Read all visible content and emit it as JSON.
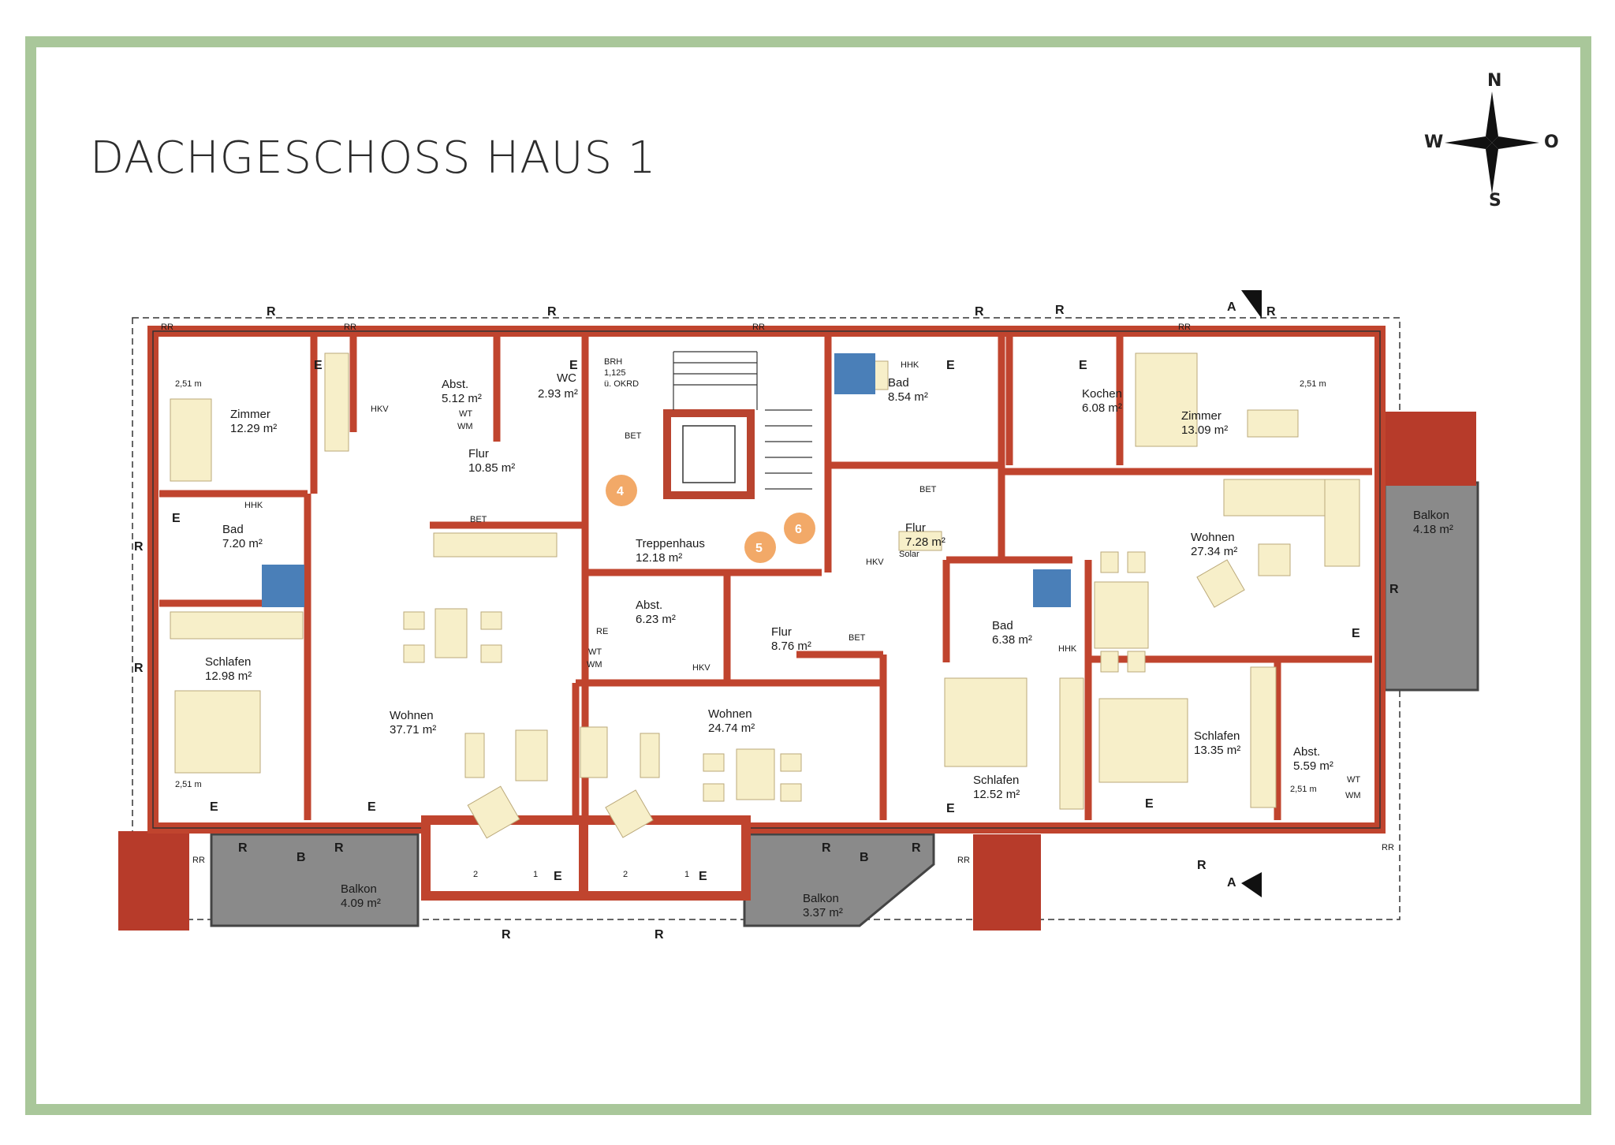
{
  "title": "DACHGESCHOSS HAUS 1",
  "compass": {
    "n": "N",
    "s": "S",
    "w": "W",
    "o": "O"
  },
  "rooms": [
    {
      "name": "Zimmer",
      "area": "12.29 m²"
    },
    {
      "name": "Abst.",
      "area": "5.12 m²"
    },
    {
      "name": "WC",
      "area": "2.93 m²"
    },
    {
      "name": "Flur",
      "area": "10.85 m²"
    },
    {
      "name": "Bad",
      "area": "7.20 m²"
    },
    {
      "name": "Schlafen",
      "area": "12.98 m²"
    },
    {
      "name": "Wohnen",
      "area": "37.71 m²"
    },
    {
      "name": "Treppenhaus",
      "area": "12.18 m²"
    },
    {
      "name": "Abst.",
      "area": "6.23 m²"
    },
    {
      "name": "Flur",
      "area": "8.76 m²"
    },
    {
      "name": "Wohnen",
      "area": "24.74 m²"
    },
    {
      "name": "Bad",
      "area": "8.54 m²"
    },
    {
      "name": "Flur",
      "area": "7.28 m²"
    },
    {
      "name": "Bad",
      "area": "6.38 m²"
    },
    {
      "name": "Schlafen",
      "area": "12.52 m²"
    },
    {
      "name": "Kochen",
      "area": "6.08 m²"
    },
    {
      "name": "Zimmer",
      "area": "13.09 m²"
    },
    {
      "name": "Wohnen",
      "area": "27.34 m²"
    },
    {
      "name": "Schlafen",
      "area": "13.35 m²"
    },
    {
      "name": "Abst.",
      "area": "5.59 m²"
    },
    {
      "name": "Balkon",
      "area": "4.18 m²"
    },
    {
      "name": "Balkon",
      "area": "4.09 m²"
    },
    {
      "name": "Balkon",
      "area": "3.37 m²"
    }
  ],
  "brh": {
    "l1": "BRH",
    "l2": "1,125",
    "l3": "ü. OKRD"
  },
  "markers": [
    "4",
    "5",
    "6"
  ],
  "labels": {
    "R": "R",
    "RR": "RR",
    "E": "E",
    "HKV": "HKV",
    "HHK": "HHK",
    "BET": "BET",
    "WT": "WT",
    "WM": "WM",
    "RE": "RE",
    "A": "A",
    "B": "B",
    "dim": "2,51 m",
    "solar": "Solar",
    "d1": "1",
    "d2": "2"
  },
  "colors": {
    "frame": "#a9c79a",
    "wall": "#c0442e",
    "furniture": "#f7efc9",
    "balcony": "#8a8a8a",
    "stairs": "#b9442f",
    "marker": "#f2a968",
    "tile": "#4a7fb8"
  }
}
